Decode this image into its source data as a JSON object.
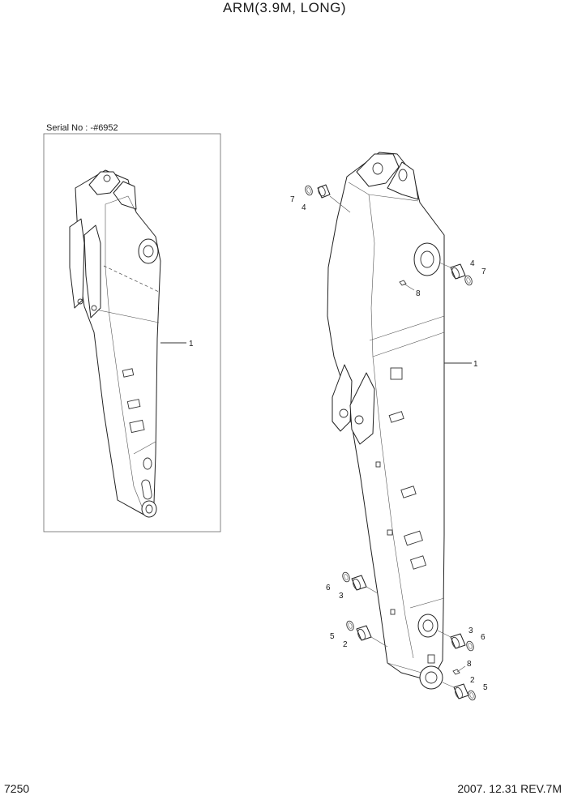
{
  "title": "ARM(3.9M, LONG)",
  "serial_label": "Serial No : -#6952",
  "footer": {
    "page_code": "7250",
    "date_rev": "2007. 12.31  REV.7M"
  },
  "callouts": {
    "inset_arm": "1",
    "main_arm": "1",
    "top_left_seal": "7",
    "top_left_bushing": "4",
    "top_right_bushing": "4",
    "top_right_seal": "7",
    "grease_upper": "8",
    "mid_left_seal": "6",
    "mid_left_bushing": "3",
    "low_left_seal": "5",
    "low_left_bushing": "2",
    "mid_right_bushing": "3",
    "mid_right_seal": "6",
    "grease_lower": "8",
    "low_right_bushing": "2",
    "low_right_seal": "5"
  }
}
